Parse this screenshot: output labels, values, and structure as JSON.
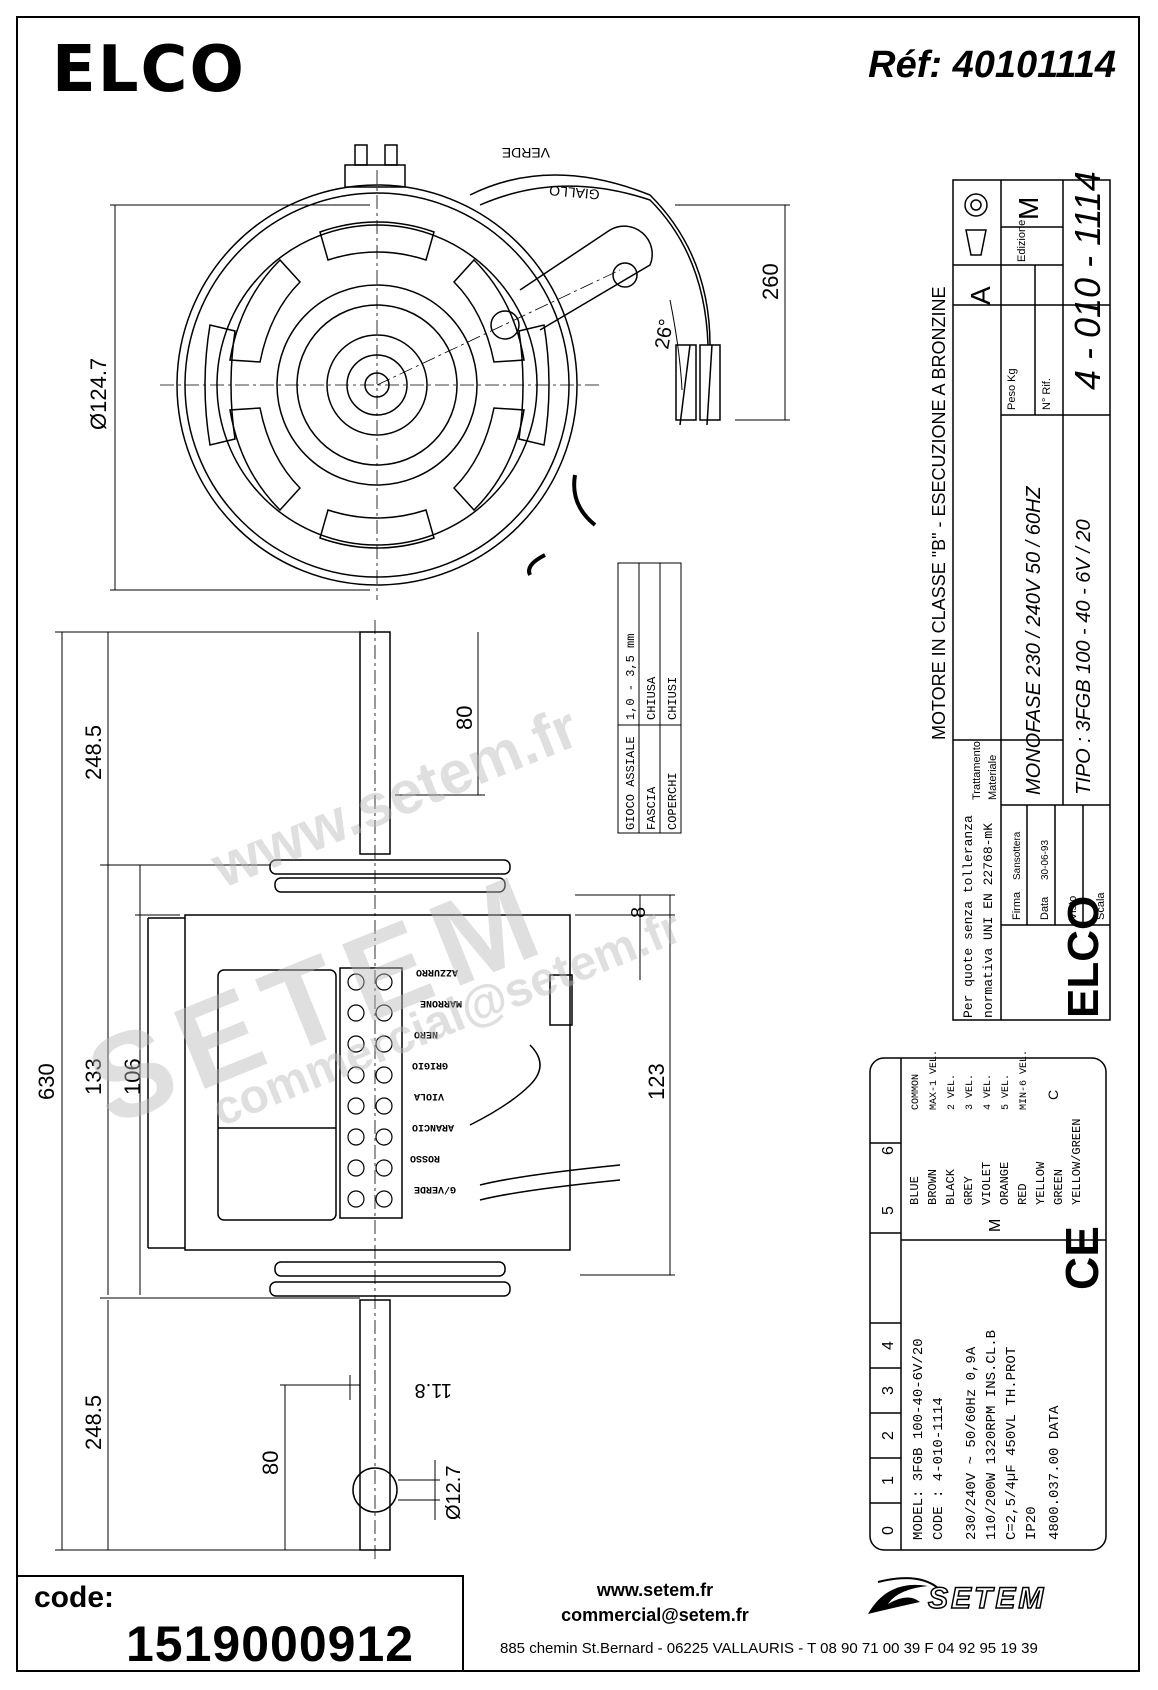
{
  "header": {
    "brand": "ELCO",
    "reference": "Réf: 40101114"
  },
  "dimensions": {
    "diameter": "Ø124.7",
    "arm_length": "260",
    "angle": "26°",
    "total_length": "630",
    "shaft_top": "248.5",
    "shaft_bottom": "248.5",
    "flat_top": "80",
    "flat_bottom": "80",
    "body_outer": "133",
    "body_inner": "106",
    "offset_8": "8",
    "body_right": "123",
    "flat_depth": "11.8",
    "shaft_diameter": "Ø12.7"
  },
  "wire_labels": {
    "verde": "VERDE",
    "giallo": "GIALLO",
    "terminals": [
      "AZZURRO",
      "MARRONE",
      "NERO",
      "GRIGIO",
      "VIOLA",
      "ARANCIO",
      "ROSSO",
      "G/VERDE"
    ]
  },
  "tolerance_table": {
    "rows": [
      [
        "GIOCO ASSIALE",
        "1,0 - 3,5 mm"
      ],
      [
        "FASCIA",
        "CHIUSA"
      ],
      [
        "COPERCHI",
        "CHIUSI"
      ]
    ]
  },
  "title_block": {
    "edition_label": "Edizione",
    "edition": "M",
    "rev": "A",
    "weight_label": "Peso Kg",
    "ref_label": "N° Rif.",
    "drawing_number": "4 - 010 - 1114",
    "motor_class": "MOTORE IN CLASSE \"B\"  -  ESECUZIONE A BRONZINE",
    "treatment_label": "Trattamento",
    "material_label": "Materiale",
    "phase": "MONOFASE  230 / 240V   50 / 60HZ",
    "type": "TIPO : 3FGB 100 - 40 - 6V / 20",
    "tolerance_note_1": "Per quote senza tolleranza",
    "tolerance_note_2": "normativa UNI EN 22768-mK",
    "firma_label": "Firma",
    "firma_value": "Sansottera",
    "data_label": "Data",
    "data_value": "30-06-93",
    "visto_label": "Visto",
    "scala_label": "Scala",
    "logo": "ELCO"
  },
  "wiring_table": {
    "numbers": [
      "0",
      "1",
      "2",
      "3",
      "4",
      "5",
      "6"
    ],
    "rows": [
      {
        "color": "BLUE",
        "fn": "COMMON"
      },
      {
        "color": "BROWN",
        "fn": "MAX-1 VEL."
      },
      {
        "color": "BLACK",
        "fn": "2 VEL."
      },
      {
        "color": "GREY",
        "fn": "3 VEL."
      },
      {
        "color": "VIOLET",
        "fn": "4 VEL."
      },
      {
        "color": "ORANGE",
        "fn": "5 VEL."
      },
      {
        "color": "RED",
        "fn": "MIN-6 VEL."
      },
      {
        "color": "YELLOW",
        "fn": ""
      },
      {
        "color": "GREEN",
        "fn": ""
      },
      {
        "color": "YELLOW/GREEN",
        "fn": ""
      }
    ],
    "capacitor": "C",
    "motor_symbol": "M"
  },
  "nameplate": {
    "model": "MODEL: 3FGB 100-40-6V/20",
    "code": "CODE : 4-010-1114",
    "line1": "230/240V ~ 50/60Hz   0,9A",
    "line2": "110/200W  1320RPM  INS.CL.B",
    "line3": "C=2,5/4µF   450VL    TH.PROT",
    "line4": "IP20",
    "line5": "4800.037.00     DATA",
    "ce": "CE"
  },
  "footer": {
    "code_label": "code:",
    "code_value": "1519000912",
    "website": "www.setem.fr",
    "email": "commercial@setem.fr",
    "company": "SETEM",
    "address": "885 chemin St.Bernard  -  06225 VALLAURIS  -  T 08 90 71 00 39   F 04 92 95 19 39"
  },
  "watermarks": {
    "big": "SETEM",
    "url": "www.setem.fr",
    "mail": "commercial@setem.fr"
  }
}
